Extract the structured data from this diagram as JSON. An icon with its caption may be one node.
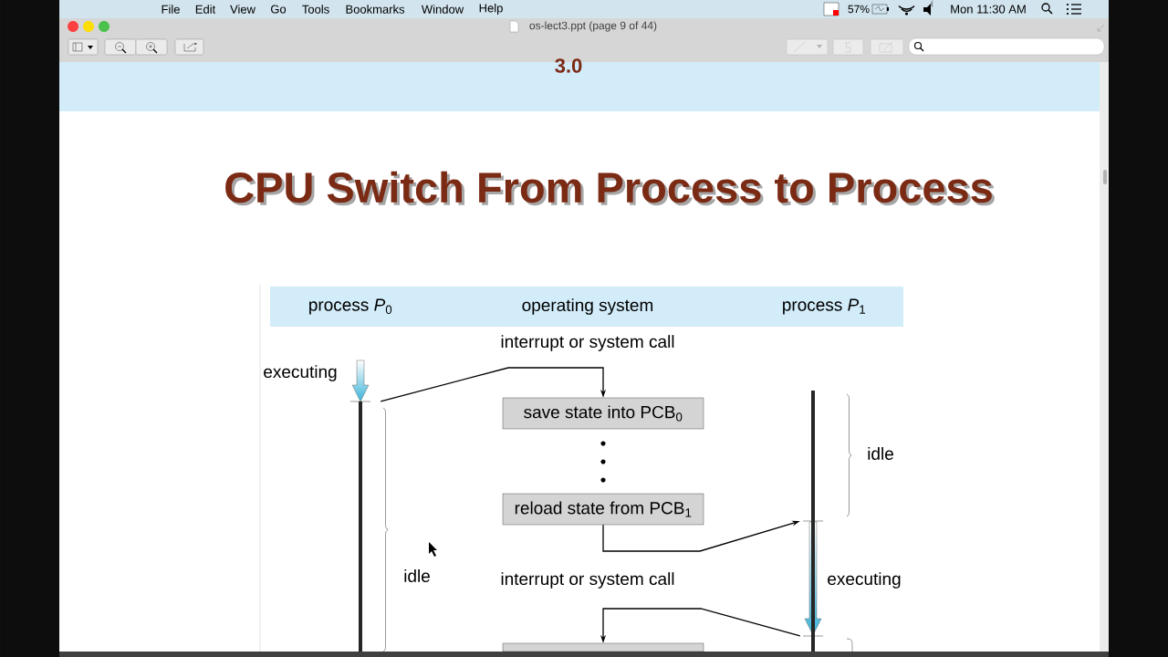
{
  "diagram": {
    "title": "CPU Switch From Process to Process",
    "nodes": [
      {
        "text": [
          "save state into PCB$_{0}$"
        ]
      },
      {
        "text": [
          "reload state from PCB$_{1}$"
        ]
      },
      {
        "text": [],
        "shape": "box"
      },
      {
        "text": [],
        "shape": "bar"
      },
      {
        "text": [],
        "shape": "bar"
      }
    ],
    "edges": [
      {
        "from": 3,
        "to": 0,
        "arrow": "to"
      },
      {
        "from": 1,
        "to": 4,
        "arrow": "to"
      },
      {
        "from": 4,
        "to": 2,
        "arrow": "to"
      }
    ],
    "labels": [
      "File",
      "Edit",
      "View",
      "Go",
      "Tools",
      "Bookmarks",
      "Window",
      "Help",
      "57%",
      "Mon 11:30 AM",
      "os-lect3.ppt (page 9 of 44)",
      "3.0",
      "process *P*$_{0}$",
      "operating system",
      "process *P*$_{1}$",
      "interrupt or system call",
      "executing",
      "idle",
      "idle",
      "interrupt or system call",
      "executing"
    ]
  }
}
